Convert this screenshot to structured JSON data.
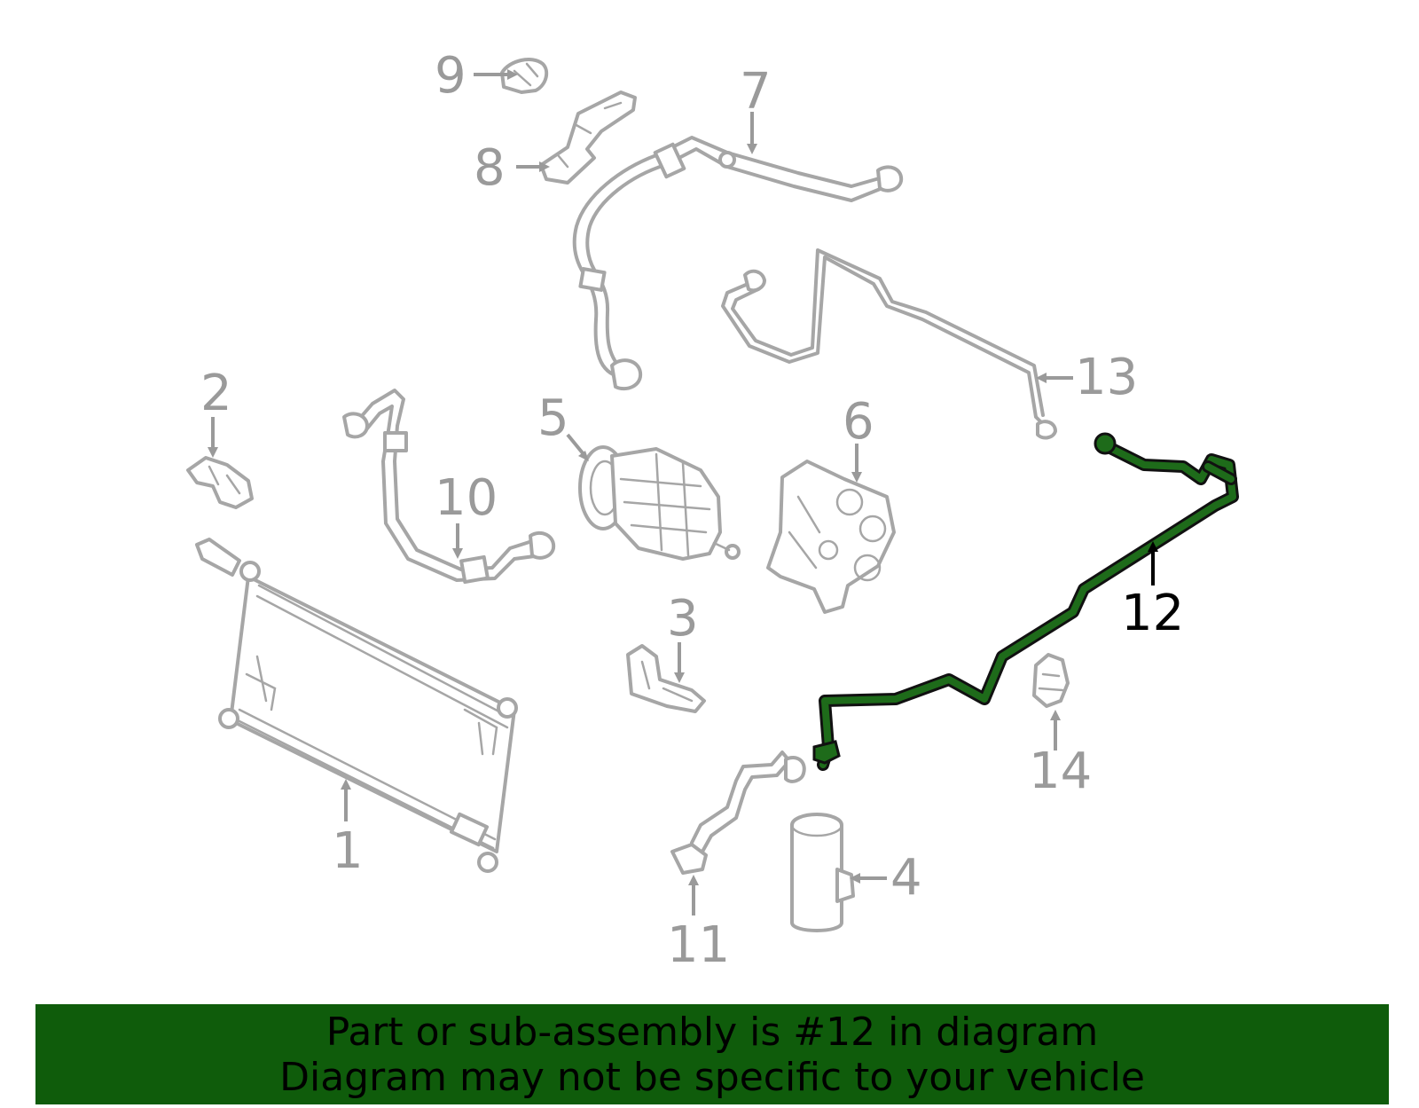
{
  "colors": {
    "banner_background": "#0f5c0b",
    "highlight": "#1e6b1a",
    "part_line": "#a6a6a6",
    "callout_inactive": "#9a9a9a",
    "callout_active": "#000000"
  },
  "callouts": {
    "c1": "1",
    "c2": "2",
    "c3": "3",
    "c4": "4",
    "c5": "5",
    "c6": "6",
    "c7": "7",
    "c8": "8",
    "c9": "9",
    "c10": "10",
    "c11": "11",
    "c12": "12",
    "c13": "13",
    "c14": "14"
  },
  "highlighted_part": "12",
  "banner": {
    "line1": "Part or sub-assembly is #12 in diagram",
    "line2": "Diagram may not be specific to your vehicle"
  }
}
